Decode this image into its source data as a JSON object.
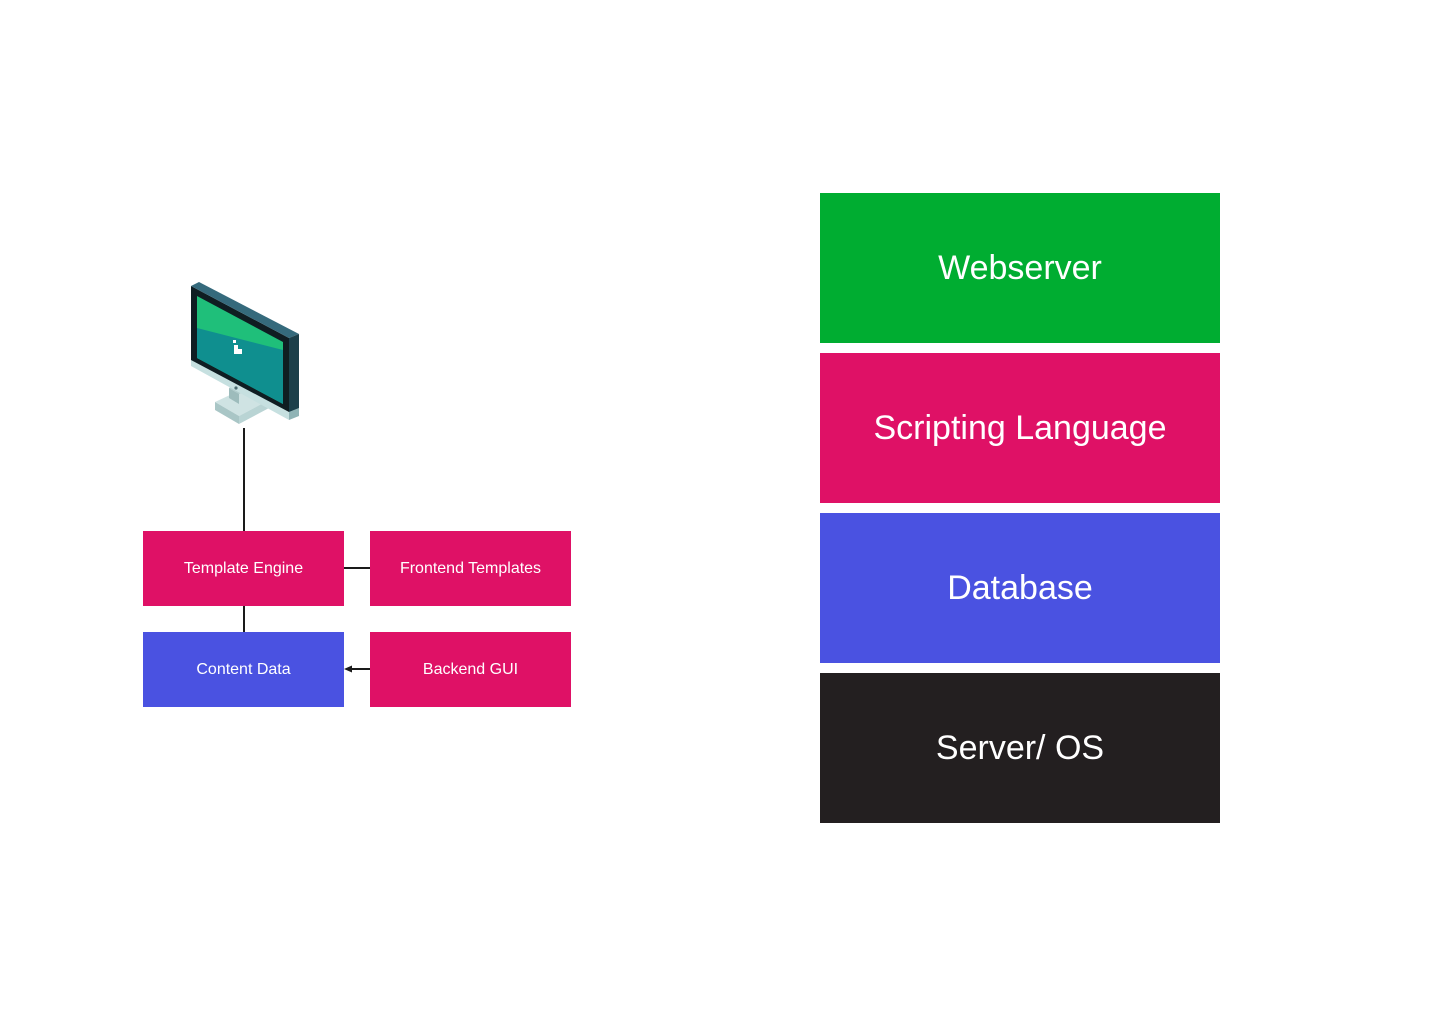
{
  "left_diagram": {
    "template_engine": "Template Engine",
    "frontend_templates": "Frontend Templates",
    "content_data": "Content Data",
    "backend_gui": "Backend GUI"
  },
  "stack": {
    "layers": [
      {
        "label": "Webserver",
        "color": "#00ad31"
      },
      {
        "label": "Scripting Language",
        "color": "#df1166"
      },
      {
        "label": "Database",
        "color": "#4a52e1"
      },
      {
        "label": "Server/ OS",
        "color": "#231f20"
      }
    ]
  },
  "colors": {
    "pink": "#df1166",
    "blue": "#4a52e1",
    "green": "#00ad31",
    "dark": "#231f20",
    "monitor_screen": "#1fbf7a",
    "monitor_screen_dark": "#0f8f8f"
  },
  "icons": {
    "monitor": "desktop-monitor-icon",
    "arrow": "arrow-left-icon"
  }
}
